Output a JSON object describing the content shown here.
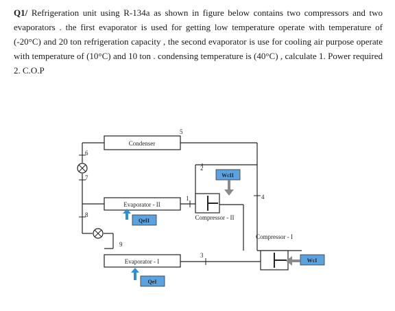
{
  "question": {
    "number": "Q1/",
    "text": "Refrigeration unit using  R-134a as shown in figure below contains two compressors and two evaporators . the first evaporator is used for getting low temperature operate with temperature of  (-20°C) and 20 ton refrigeration capacity ,  the second evaporator is use for cooling air purpose operate with temperature of (10°C) and 10 ton . condensing temperature is (40°C) , calculate 1. Power required  2. C.O.P"
  },
  "diagram": {
    "condenser": "Condenser",
    "evaporator_2": "Evaporator - II",
    "evaporator_1": "Evaporator - I",
    "compressor_2": "Compressor - II",
    "compressor_1": "Compressor - I",
    "work_2": "WcII",
    "work_1": "WcI",
    "heat_2": "QeII",
    "heat_1": "QeI",
    "state_points": [
      "1",
      "2",
      "3",
      "4",
      "5",
      "6",
      "7",
      "8",
      "9"
    ]
  },
  "colors": {
    "component_fill": "#ffffff",
    "label_box_fill": "#5ba3e0",
    "arrow_up": "#2e8fd8",
    "arrow_gray": "#8a8a8a",
    "line": "#222222"
  }
}
